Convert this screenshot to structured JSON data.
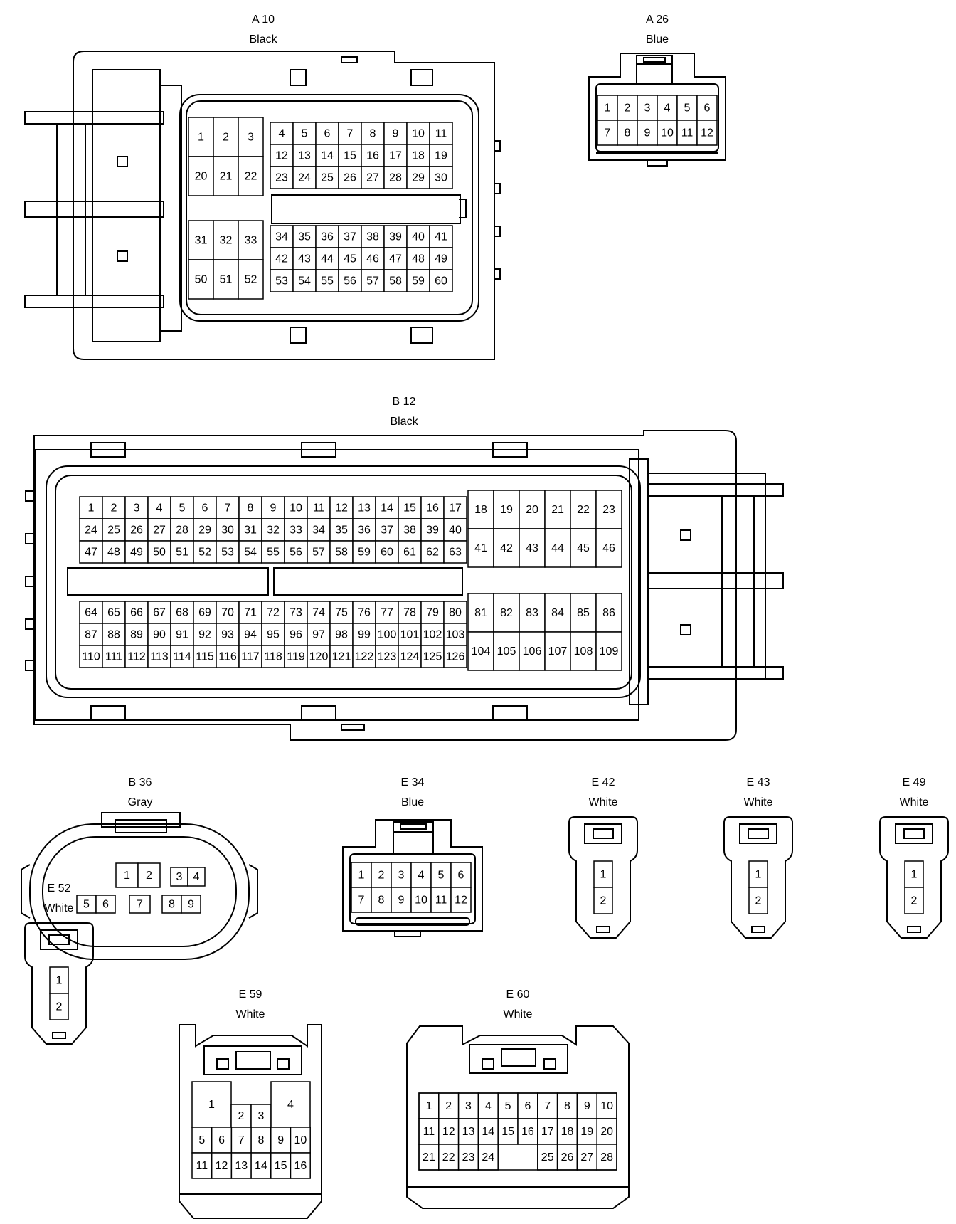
{
  "connectors": {
    "a10": {
      "code": "A 10",
      "color": "Black",
      "groups": [
        {
          "cols": 3,
          "pins": [
            "1",
            "2",
            "3",
            "20",
            "21",
            "22"
          ]
        },
        {
          "cols": 8,
          "pins": [
            "4",
            "5",
            "6",
            "7",
            "8",
            "9",
            "10",
            "11",
            "12",
            "13",
            "14",
            "15",
            "16",
            "17",
            "18",
            "19",
            "23",
            "24",
            "25",
            "26",
            "27",
            "28",
            "29",
            "30"
          ]
        },
        {
          "cols": 3,
          "pins": [
            "31",
            "32",
            "33",
            "50",
            "51",
            "52"
          ]
        },
        {
          "cols": 8,
          "pins": [
            "34",
            "35",
            "36",
            "37",
            "38",
            "39",
            "40",
            "41",
            "42",
            "43",
            "44",
            "45",
            "46",
            "47",
            "48",
            "49",
            "53",
            "54",
            "55",
            "56",
            "57",
            "58",
            "59",
            "60"
          ]
        }
      ]
    },
    "a26": {
      "code": "A 26",
      "color": "Blue",
      "groups": [
        {
          "cols": 6,
          "pins": [
            "1",
            "2",
            "3",
            "4",
            "5",
            "6",
            "7",
            "8",
            "9",
            "10",
            "11",
            "12"
          ]
        }
      ]
    },
    "b12": {
      "code": "B 12",
      "color": "Black",
      "groups": [
        {
          "cols": 17,
          "pins": [
            "1",
            "2",
            "3",
            "4",
            "5",
            "6",
            "7",
            "8",
            "9",
            "10",
            "11",
            "12",
            "13",
            "14",
            "15",
            "16",
            "17",
            "24",
            "25",
            "26",
            "27",
            "28",
            "29",
            "30",
            "31",
            "32",
            "33",
            "34",
            "35",
            "36",
            "37",
            "38",
            "39",
            "40",
            "47",
            "48",
            "49",
            "50",
            "51",
            "52",
            "53",
            "54",
            "55",
            "56",
            "57",
            "58",
            "59",
            "60",
            "61",
            "62",
            "63"
          ]
        },
        {
          "cols": 6,
          "pins": [
            "18",
            "19",
            "20",
            "21",
            "22",
            "23",
            "41",
            "42",
            "43",
            "44",
            "45",
            "46"
          ]
        },
        {
          "cols": 17,
          "pins": [
            "64",
            "65",
            "66",
            "67",
            "68",
            "69",
            "70",
            "71",
            "72",
            "73",
            "74",
            "75",
            "76",
            "77",
            "78",
            "79",
            "80",
            "87",
            "88",
            "89",
            "90",
            "91",
            "92",
            "93",
            "94",
            "95",
            "96",
            "97",
            "98",
            "99",
            "100",
            "101",
            "102",
            "103",
            "110",
            "111",
            "112",
            "113",
            "114",
            "115",
            "116",
            "117",
            "118",
            "119",
            "120",
            "121",
            "122",
            "123",
            "124",
            "125",
            "126"
          ]
        },
        {
          "cols": 6,
          "pins": [
            "81",
            "82",
            "83",
            "84",
            "85",
            "86",
            "104",
            "105",
            "106",
            "107",
            "108",
            "109"
          ]
        }
      ]
    },
    "b36": {
      "code": "B 36",
      "color": "Gray",
      "pins": [
        "1",
        "2",
        "3",
        "4",
        "5",
        "6",
        "7",
        "8",
        "9"
      ]
    },
    "e34": {
      "code": "E 34",
      "color": "Blue",
      "groups": [
        {
          "cols": 6,
          "pins": [
            "1",
            "2",
            "3",
            "4",
            "5",
            "6",
            "7",
            "8",
            "9",
            "10",
            "11",
            "12"
          ]
        }
      ]
    },
    "e42": {
      "code": "E 42",
      "color": "White",
      "pins": [
        "1",
        "2"
      ]
    },
    "e43": {
      "code": "E 43",
      "color": "White",
      "pins": [
        "1",
        "2"
      ]
    },
    "e49": {
      "code": "E 49",
      "color": "White",
      "pins": [
        "1",
        "2"
      ]
    },
    "e52": {
      "code": "E 52",
      "color": "White",
      "pins": [
        "1",
        "2"
      ]
    },
    "e59": {
      "code": "E 59",
      "color": "White",
      "pins": [
        "1",
        "2",
        "3",
        "4",
        "5",
        "6",
        "7",
        "8",
        "9",
        "10",
        "11",
        "12",
        "13",
        "14",
        "15",
        "16"
      ]
    },
    "e60": {
      "code": "E 60",
      "color": "White",
      "pins": [
        "1",
        "2",
        "3",
        "4",
        "5",
        "6",
        "7",
        "8",
        "9",
        "10",
        "11",
        "12",
        "13",
        "14",
        "15",
        "16",
        "17",
        "18",
        "19",
        "20",
        "21",
        "22",
        "23",
        "24",
        "25",
        "26",
        "27",
        "28"
      ]
    }
  }
}
